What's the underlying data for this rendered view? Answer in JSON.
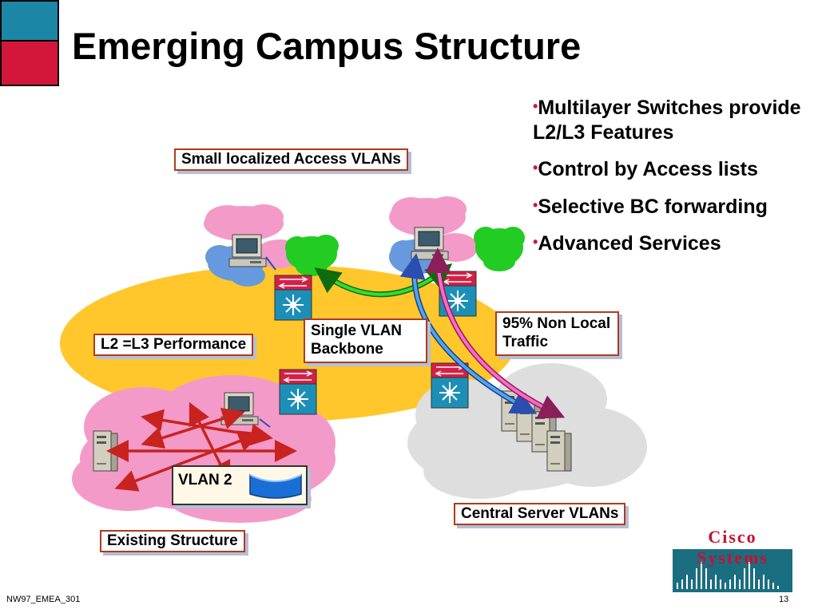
{
  "slide": {
    "title": "Emerging Campus Structure",
    "footer": "NW97_EMEA_301",
    "page_number": "13"
  },
  "bullets": [
    {
      "text": "Multilayer Switches provide L2/L3 Features"
    },
    {
      "text": "Control by Access lists"
    },
    {
      "text": "Selective BC forwarding"
    },
    {
      "text": "Advanced Services"
    }
  ],
  "labels": {
    "access_vlans": "Small localized Access VLANs",
    "performance": "L2 =L3 Performance",
    "backbone": "Single VLAN Backbone",
    "non_local": "95% Non Local Traffic",
    "vlan2": "VLAN 2",
    "existing": "Existing Structure",
    "central": "Central Server VLANs"
  },
  "logo": {
    "wordmark": "Cisco Systems",
    "bg_color": "#1b6e80",
    "brand_color": "#c8102e"
  },
  "colors": {
    "accent_blue": "#1b86a6",
    "accent_red": "#d3173b",
    "backbone_yellow": "#ffc72c",
    "cloud_pink": "#f49ac9",
    "cloud_blue": "#6699dd",
    "cloud_green": "#22cc22",
    "cloud_gray": "#dddddd",
    "label_border": "#b03a1e"
  }
}
